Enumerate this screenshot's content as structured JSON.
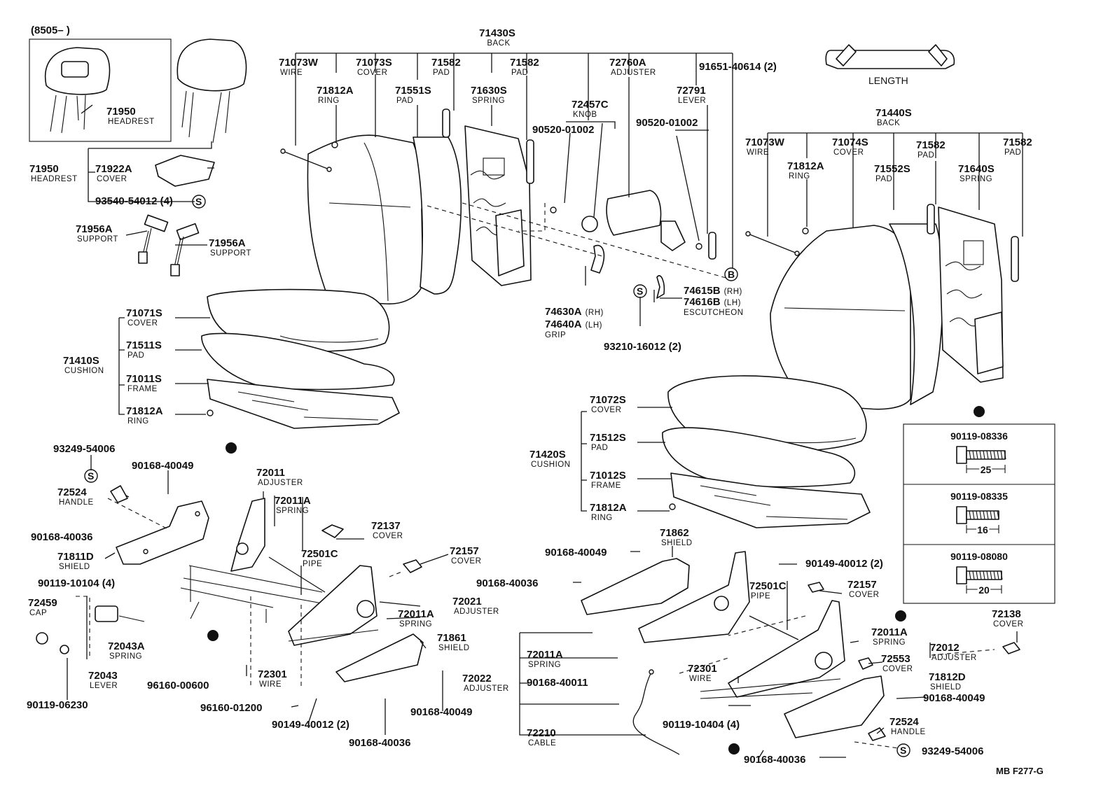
{
  "diagram": {
    "range_label": "(8505–        )",
    "length_label": "LENGTH",
    "ref_code": "MB F277-G",
    "sym_s": "S",
    "sym_b": "B",
    "labels": [
      {
        "id": "l-71430s",
        "pn": "71430S",
        "nm": "BACK"
      },
      {
        "id": "l-71073w-l",
        "pn": "71073W",
        "nm": "WIRE"
      },
      {
        "id": "l-71073s",
        "pn": "71073S",
        "nm": "COVER"
      },
      {
        "id": "l-71582-a",
        "pn": "71582",
        "nm": "PAD"
      },
      {
        "id": "l-71582-b",
        "pn": "71582",
        "nm": "PAD"
      },
      {
        "id": "l-72760a",
        "pn": "72760A",
        "nm": "ADJUSTER"
      },
      {
        "id": "l-91651",
        "pn": "91651-40614 (2)",
        "nm": ""
      },
      {
        "id": "l-71812a-ring1",
        "pn": "71812A",
        "nm": "RING"
      },
      {
        "id": "l-71551s",
        "pn": "71551S",
        "nm": "PAD"
      },
      {
        "id": "l-71630s",
        "pn": "71630S",
        "nm": "SPRING"
      },
      {
        "id": "l-72457c",
        "pn": "72457C",
        "nm": "KNOB"
      },
      {
        "id": "l-72791",
        "pn": "72791",
        "nm": "LEVER"
      },
      {
        "id": "l-90520-a",
        "pn": "90520-01002",
        "nm": ""
      },
      {
        "id": "l-90520-b",
        "pn": "90520-01002",
        "nm": ""
      },
      {
        "id": "l-74630a",
        "pn": "74630A",
        "nm": "(RH)"
      },
      {
        "id": "l-74640a",
        "pn": "74640A",
        "nm": "(LH)"
      },
      {
        "id": "l-grip",
        "pn": "",
        "nm": "GRIP"
      },
      {
        "id": "l-74615b",
        "pn": "74615B",
        "nm": "(RH)"
      },
      {
        "id": "l-74616b",
        "pn": "74616B",
        "nm": "(LH)"
      },
      {
        "id": "l-escutcheon",
        "pn": "",
        "nm": "ESCUTCHEON"
      },
      {
        "id": "l-93210",
        "pn": "93210-16012 (2)",
        "nm": ""
      },
      {
        "id": "l-71950-in",
        "pn": "71950",
        "nm": "HEADREST"
      },
      {
        "id": "l-71950-out",
        "pn": "71950",
        "nm": "HEADREST"
      },
      {
        "id": "l-71922a",
        "pn": "71922A",
        "nm": "COVER"
      },
      {
        "id": "l-93540",
        "pn": "93540-54012 (4)",
        "nm": ""
      },
      {
        "id": "l-71956a-1",
        "pn": "71956A",
        "nm": "SUPPORT"
      },
      {
        "id": "l-71956a-2",
        "pn": "71956A",
        "nm": "SUPPORT"
      },
      {
        "id": "l-71071s",
        "pn": "71071S",
        "nm": "COVER"
      },
      {
        "id": "l-71410s",
        "pn": "71410S",
        "nm": "CUSHION"
      },
      {
        "id": "l-71511s",
        "pn": "71511S",
        "nm": "PAD"
      },
      {
        "id": "l-71011s",
        "pn": "71011S",
        "nm": "FRAME"
      },
      {
        "id": "l-71812a-ring2",
        "pn": "71812A",
        "nm": "RING"
      },
      {
        "id": "l-71440s",
        "pn": "71440S",
        "nm": "BACK"
      },
      {
        "id": "l-71073w-r",
        "pn": "71073W",
        "nm": "WIRE"
      },
      {
        "id": "l-71812a-ring3",
        "pn": "71812A",
        "nm": "RING"
      },
      {
        "id": "l-71074s",
        "pn": "71074S",
        "nm": "COVER"
      },
      {
        "id": "l-71552s",
        "pn": "71552S",
        "nm": "PAD"
      },
      {
        "id": "l-71582-c",
        "pn": "71582",
        "nm": "PAD"
      },
      {
        "id": "l-71640s",
        "pn": "71640S",
        "nm": "SPRING"
      },
      {
        "id": "l-71582-d",
        "pn": "71582",
        "nm": "PAD"
      },
      {
        "id": "l-71072s",
        "pn": "71072S",
        "nm": "COVER"
      },
      {
        "id": "l-71420s",
        "pn": "71420S",
        "nm": "CUSHION"
      },
      {
        "id": "l-71512s",
        "pn": "71512S",
        "nm": "PAD"
      },
      {
        "id": "l-71012s",
        "pn": "71012S",
        "nm": "FRAME"
      },
      {
        "id": "l-71812a-ring4",
        "pn": "71812A",
        "nm": "RING"
      },
      {
        "id": "l-93249-l",
        "pn": "93249-54006",
        "nm": ""
      },
      {
        "id": "l-90168-40049-a",
        "pn": "90168-40049",
        "nm": ""
      },
      {
        "id": "l-72011",
        "pn": "72011",
        "nm": "ADJUSTER"
      },
      {
        "id": "l-72011a-a",
        "pn": "72011A",
        "nm": "SPRING"
      },
      {
        "id": "l-72524-l",
        "pn": "72524",
        "nm": "HANDLE"
      },
      {
        "id": "l-72137",
        "pn": "72137",
        "nm": "COVER"
      },
      {
        "id": "l-90168-40036-a",
        "pn": "90168-40036",
        "nm": ""
      },
      {
        "id": "l-72501c-l",
        "pn": "72501C",
        "nm": "PIPE"
      },
      {
        "id": "l-72157-l",
        "pn": "72157",
        "nm": "COVER"
      },
      {
        "id": "l-71811d",
        "pn": "71811D",
        "nm": "SHIELD"
      },
      {
        "id": "l-90119-10104",
        "pn": "90119-10104 (4)",
        "nm": ""
      },
      {
        "id": "l-72021",
        "pn": "72021",
        "nm": "ADJUSTER"
      },
      {
        "id": "l-72011a-b",
        "pn": "72011A",
        "nm": "SPRING"
      },
      {
        "id": "l-72459",
        "pn": "72459",
        "nm": "CAP"
      },
      {
        "id": "l-72043a",
        "pn": "72043A",
        "nm": "SPRING"
      },
      {
        "id": "l-71861",
        "pn": "71861",
        "nm": "SHIELD"
      },
      {
        "id": "l-72043",
        "pn": "72043",
        "nm": "LEVER"
      },
      {
        "id": "l-72301-l",
        "pn": "72301",
        "nm": "WIRE"
      },
      {
        "id": "l-96160-00600",
        "pn": "96160-00600",
        "nm": ""
      },
      {
        "id": "l-90119-06230",
        "pn": "90119-06230",
        "nm": ""
      },
      {
        "id": "l-96160-01200",
        "pn": "96160-01200",
        "nm": ""
      },
      {
        "id": "l-90168-40049-b",
        "pn": "90168-40049",
        "nm": ""
      },
      {
        "id": "l-90149-40012-l",
        "pn": "90149-40012 (2)",
        "nm": ""
      },
      {
        "id": "l-90168-40036-b",
        "pn": "90168-40036",
        "nm": ""
      },
      {
        "id": "l-71862",
        "pn": "71862",
        "nm": "SHIELD"
      },
      {
        "id": "l-90168-40049-c",
        "pn": "90168-40049",
        "nm": ""
      },
      {
        "id": "l-90149-40012-r",
        "pn": "90149-40012 (2)",
        "nm": ""
      },
      {
        "id": "l-90168-40036-c",
        "pn": "90168-40036",
        "nm": ""
      },
      {
        "id": "l-72501c-r",
        "pn": "72501C",
        "nm": "PIPE"
      },
      {
        "id": "l-72157-r",
        "pn": "72157",
        "nm": "COVER"
      },
      {
        "id": "l-72011a-c",
        "pn": "72011A",
        "nm": "SPRING"
      },
      {
        "id": "l-72011a-d",
        "pn": "72011A",
        "nm": "SPRING"
      },
      {
        "id": "l-72012",
        "pn": "72012",
        "nm": "ADJUSTER"
      },
      {
        "id": "l-72138",
        "pn": "72138",
        "nm": "COVER"
      },
      {
        "id": "l-72022",
        "pn": "72022",
        "nm": "ADJUSTER"
      },
      {
        "id": "l-90168-40011",
        "pn": "90168-40011",
        "nm": ""
      },
      {
        "id": "l-72301-r",
        "pn": "72301",
        "nm": "WIRE"
      },
      {
        "id": "l-72553",
        "pn": "72553",
        "nm": "COVER"
      },
      {
        "id": "l-71812d",
        "pn": "71812D",
        "nm": "SHIELD"
      },
      {
        "id": "l-90168-40049-d",
        "pn": "90168-40049",
        "nm": ""
      },
      {
        "id": "l-90119-10404",
        "pn": "90119-10404 (4)",
        "nm": ""
      },
      {
        "id": "l-72524-r",
        "pn": "72524",
        "nm": "HANDLE"
      },
      {
        "id": "l-72210",
        "pn": "72210",
        "nm": "CABLE"
      },
      {
        "id": "l-90168-40036-d",
        "pn": "90168-40036",
        "nm": ""
      },
      {
        "id": "l-93249-r",
        "pn": "93249-54006",
        "nm": ""
      }
    ],
    "bolt_table": [
      {
        "pn": "90119-08336",
        "dim": "25"
      },
      {
        "pn": "90119-08335",
        "dim": "16"
      },
      {
        "pn": "90119-08080",
        "dim": "20"
      }
    ]
  }
}
